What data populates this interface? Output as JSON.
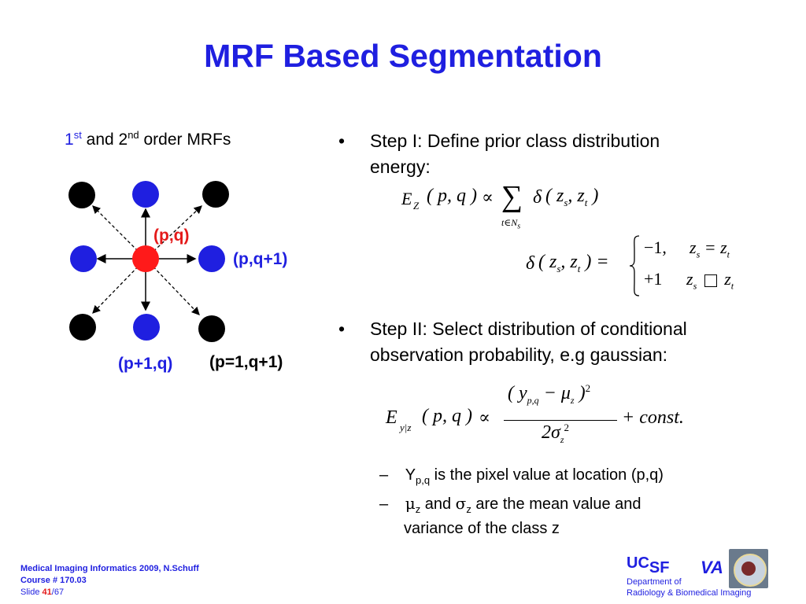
{
  "slide": {
    "title": "MRF Based Segmentation",
    "subtitle": {
      "n1": "1",
      "sup1": "st",
      "mid": " and 2",
      "sup2": "nd",
      "rest": " order MRFs"
    },
    "graph_labels": {
      "center": "(p,q)",
      "right": "(p,q+1)",
      "bottom": "(p+1,q)",
      "diag": "(p=1,q+1)"
    },
    "bullets": [
      {
        "marker": "•",
        "lines": [
          "Step I: Define prior class distribution",
          "energy:"
        ]
      },
      {
        "marker": "•",
        "lines": [
          "Step II: Select distribution of conditional",
          "observation probability, e.g gaussian:"
        ]
      }
    ],
    "sub_bullets": [
      {
        "marker": "–",
        "head": "Y",
        "sub": "p,q",
        "text": " is the pixel value at location (p,q)"
      },
      {
        "marker": "–",
        "mu": "μ",
        "mu_sub": "z",
        "and": " and ",
        "sigma": "σ",
        "sigma_sub": "z",
        "text": " are the mean value and",
        "line2": "variance of the class z"
      }
    ],
    "eq1": {
      "lhs": "E",
      "lhs_sub": "Z",
      "args": "( p, q )",
      "prop": "∝",
      "sum": "∑",
      "sum_sub": "t∈N",
      "sum_sub_s": "s",
      "delta": "δ",
      "rhs_args": "( z",
      "s": "s",
      "comma": ", z",
      "t": "t",
      "close": ")"
    },
    "eq2": {
      "lhs": "δ",
      "lhs_args": "( z",
      "s": "s",
      "comma": ", z",
      "t": "t",
      "close": ") =",
      "case1_val": "−1,",
      "case1_cond": "z",
      "case1_cond_rhs": "= z",
      "case2_val": "+1",
      "case2_cond": "z",
      "case2_cond_rhs": "z"
    },
    "eq3": {
      "lhs": "E",
      "lhs_sub": "y|z",
      "args": "( p, q )",
      "prop": "∝",
      "num": "( y",
      "num_sub": "p,q",
      "num_mid": "− μ",
      "num_mu_sub": "z",
      "num_close": ")",
      "num_pow": "2",
      "den": "2σ",
      "den_sub": "z",
      "den_pow": "2",
      "tail": "+ const."
    },
    "footer": {
      "line1": "Medical Imaging Informatics 2009, N.Schuff",
      "line2": "Course # 170.03",
      "slide_prefix": "Slide ",
      "slide_num": "41",
      "slide_total": "/67"
    },
    "logos": {
      "ucsf_uc": "UC",
      "ucsf_sf": "SF",
      "va": "VA",
      "dept_line1": "Department of",
      "dept_line2": "Radiology & Biomedical Imaging"
    }
  },
  "colors": {
    "title": "#1f1fe0",
    "node_black": "#000000",
    "node_blue": "#1f1fe0",
    "node_red": "#ff1a1a",
    "label_red": "#e41a1a"
  }
}
